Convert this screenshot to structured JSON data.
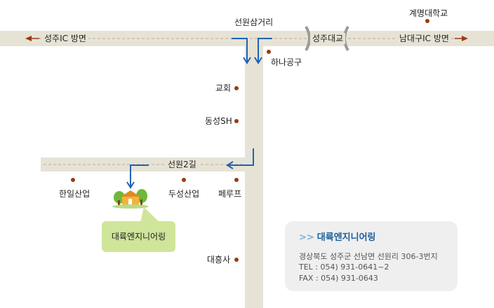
{
  "map": {
    "intersection": "선원삼거리",
    "bridge": "성주대교",
    "west_direction": "성주IC 방면",
    "east_direction": "남대구IC 방면",
    "road_label": "선원2길"
  },
  "landmarks": {
    "keimyung_univ": "계명대학교",
    "hana_industry": "하나공구",
    "church": "교회",
    "dongseong_sh": "동성SH",
    "hanil": "한일산업",
    "duseong": "두성산업",
    "peroop": "페루프",
    "daeheungsa": "대흥사"
  },
  "destination": {
    "label": "대륙엔지니어링"
  },
  "info": {
    "chevron": ">>",
    "company": "대륙엔지니어링",
    "address": "경상북도 성주군 선남면 선원리 306-3번지",
    "tel": "TEL : 054) 931-0641~2",
    "fax": "FAX : 054) 931-0643"
  },
  "colors": {
    "road": "#e6e3d6",
    "route": "#1e63b4",
    "direction_arrow": "#9b3a12",
    "bubble": "#cfe59a"
  }
}
